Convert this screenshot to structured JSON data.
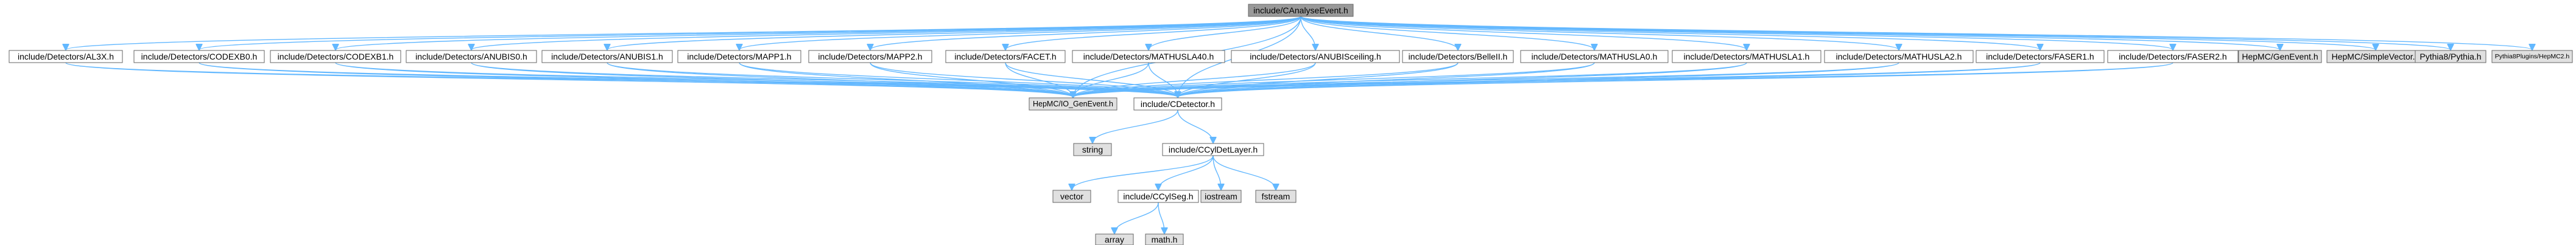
{
  "graph": {
    "colors": {
      "root_fill": "#999999",
      "header_fill": "#ffffff",
      "system_fill": "#e0e0e0",
      "edge": "#63b8ff",
      "border": "#666666"
    },
    "nodes": [
      {
        "id": "root",
        "label": "include/CAnalyseEvent.h",
        "kind": "root"
      },
      {
        "id": "al3x",
        "label": "include/Detectors/AL3X.h",
        "kind": "header"
      },
      {
        "id": "codexb0",
        "label": "include/Detectors/CODEXB0.h",
        "kind": "header"
      },
      {
        "id": "codexb1",
        "label": "include/Detectors/CODEXB1.h",
        "kind": "header"
      },
      {
        "id": "anubis0",
        "label": "include/Detectors/ANUBIS0.h",
        "kind": "header"
      },
      {
        "id": "anubis1",
        "label": "include/Detectors/ANUBIS1.h",
        "kind": "header"
      },
      {
        "id": "mapp1",
        "label": "include/Detectors/MAPP1.h",
        "kind": "header"
      },
      {
        "id": "mapp2",
        "label": "include/Detectors/MAPP2.h",
        "kind": "header"
      },
      {
        "id": "facet",
        "label": "include/Detectors/FACET.h",
        "kind": "header"
      },
      {
        "id": "mathusla40",
        "label": "include/Detectors/MATHUSLA40.h",
        "kind": "header"
      },
      {
        "id": "anubisceiling",
        "label": "include/Detectors/ANUBISceiling.h",
        "kind": "header"
      },
      {
        "id": "belle2",
        "label": "include/Detectors/BelleII.h",
        "kind": "header"
      },
      {
        "id": "mathusla0",
        "label": "include/Detectors/MATHUSLA0.h",
        "kind": "header"
      },
      {
        "id": "mathusla1",
        "label": "include/Detectors/MATHUSLA1.h",
        "kind": "header"
      },
      {
        "id": "mathusla2",
        "label": "include/Detectors/MATHUSLA2.h",
        "kind": "header"
      },
      {
        "id": "faser1",
        "label": "include/Detectors/FASER1.h",
        "kind": "header"
      },
      {
        "id": "faser2",
        "label": "include/Detectors/FASER2.h",
        "kind": "header"
      },
      {
        "id": "hepmc_genevent",
        "label": "HepMC/GenEvent.h",
        "kind": "system"
      },
      {
        "id": "hepmc_simplevector",
        "label": "HepMC/SimpleVector.h",
        "kind": "system"
      },
      {
        "id": "pythia",
        "label": "Pythia8/Pythia.h",
        "kind": "system"
      },
      {
        "id": "pythia_hepmc2",
        "label": "Pythia8Plugins/HepMC2.h",
        "kind": "system"
      },
      {
        "id": "hepmc_io",
        "label": "HepMC/IO_GenEvent.h",
        "kind": "system"
      },
      {
        "id": "cdetector",
        "label": "include/CDetector.h",
        "kind": "header"
      },
      {
        "id": "string",
        "label": "string",
        "kind": "system"
      },
      {
        "id": "ccyldetlayer",
        "label": "include/CCylDetLayer.h",
        "kind": "header"
      },
      {
        "id": "vector",
        "label": "vector",
        "kind": "system"
      },
      {
        "id": "ccylseg",
        "label": "include/CCylSeg.h",
        "kind": "header"
      },
      {
        "id": "iostream",
        "label": "iostream",
        "kind": "system"
      },
      {
        "id": "fstream",
        "label": "fstream",
        "kind": "system"
      },
      {
        "id": "array",
        "label": "array",
        "kind": "system"
      },
      {
        "id": "mathh",
        "label": "math.h",
        "kind": "system"
      }
    ],
    "edges": [
      [
        "root",
        "al3x"
      ],
      [
        "root",
        "codexb0"
      ],
      [
        "root",
        "codexb1"
      ],
      [
        "root",
        "anubis0"
      ],
      [
        "root",
        "anubis1"
      ],
      [
        "root",
        "mapp1"
      ],
      [
        "root",
        "mapp2"
      ],
      [
        "root",
        "facet"
      ],
      [
        "root",
        "mathusla40"
      ],
      [
        "root",
        "anubisceiling"
      ],
      [
        "root",
        "belle2"
      ],
      [
        "root",
        "mathusla0"
      ],
      [
        "root",
        "mathusla1"
      ],
      [
        "root",
        "mathusla2"
      ],
      [
        "root",
        "faser1"
      ],
      [
        "root",
        "faser2"
      ],
      [
        "root",
        "hepmc_genevent"
      ],
      [
        "root",
        "hepmc_simplevector"
      ],
      [
        "root",
        "pythia"
      ],
      [
        "root",
        "pythia_hepmc2"
      ],
      [
        "root",
        "hepmc_io"
      ],
      [
        "root",
        "cdetector"
      ],
      [
        "al3x",
        "hepmc_io"
      ],
      [
        "al3x",
        "cdetector"
      ],
      [
        "codexb0",
        "hepmc_io"
      ],
      [
        "codexb0",
        "cdetector"
      ],
      [
        "codexb1",
        "hepmc_io"
      ],
      [
        "codexb1",
        "cdetector"
      ],
      [
        "anubis0",
        "hepmc_io"
      ],
      [
        "anubis0",
        "cdetector"
      ],
      [
        "anubis1",
        "hepmc_io"
      ],
      [
        "anubis1",
        "cdetector"
      ],
      [
        "mapp1",
        "hepmc_io"
      ],
      [
        "mapp1",
        "cdetector"
      ],
      [
        "mapp2",
        "hepmc_io"
      ],
      [
        "mapp2",
        "cdetector"
      ],
      [
        "facet",
        "hepmc_io"
      ],
      [
        "facet",
        "cdetector"
      ],
      [
        "mathusla40",
        "hepmc_io"
      ],
      [
        "mathusla40",
        "cdetector"
      ],
      [
        "anubisceiling",
        "hepmc_io"
      ],
      [
        "anubisceiling",
        "cdetector"
      ],
      [
        "belle2",
        "hepmc_io"
      ],
      [
        "belle2",
        "cdetector"
      ],
      [
        "mathusla0",
        "hepmc_io"
      ],
      [
        "mathusla0",
        "cdetector"
      ],
      [
        "mathusla1",
        "hepmc_io"
      ],
      [
        "mathusla1",
        "cdetector"
      ],
      [
        "mathusla2",
        "hepmc_io"
      ],
      [
        "mathusla2",
        "cdetector"
      ],
      [
        "faser1",
        "hepmc_io"
      ],
      [
        "faser1",
        "cdetector"
      ],
      [
        "faser2",
        "hepmc_io"
      ],
      [
        "faser2",
        "cdetector"
      ],
      [
        "cdetector",
        "string"
      ],
      [
        "cdetector",
        "ccyldetlayer"
      ],
      [
        "ccyldetlayer",
        "vector"
      ],
      [
        "ccyldetlayer",
        "ccylseg"
      ],
      [
        "ccyldetlayer",
        "iostream"
      ],
      [
        "ccyldetlayer",
        "fstream"
      ],
      [
        "ccylseg",
        "array"
      ],
      [
        "ccylseg",
        "mathh"
      ]
    ]
  }
}
